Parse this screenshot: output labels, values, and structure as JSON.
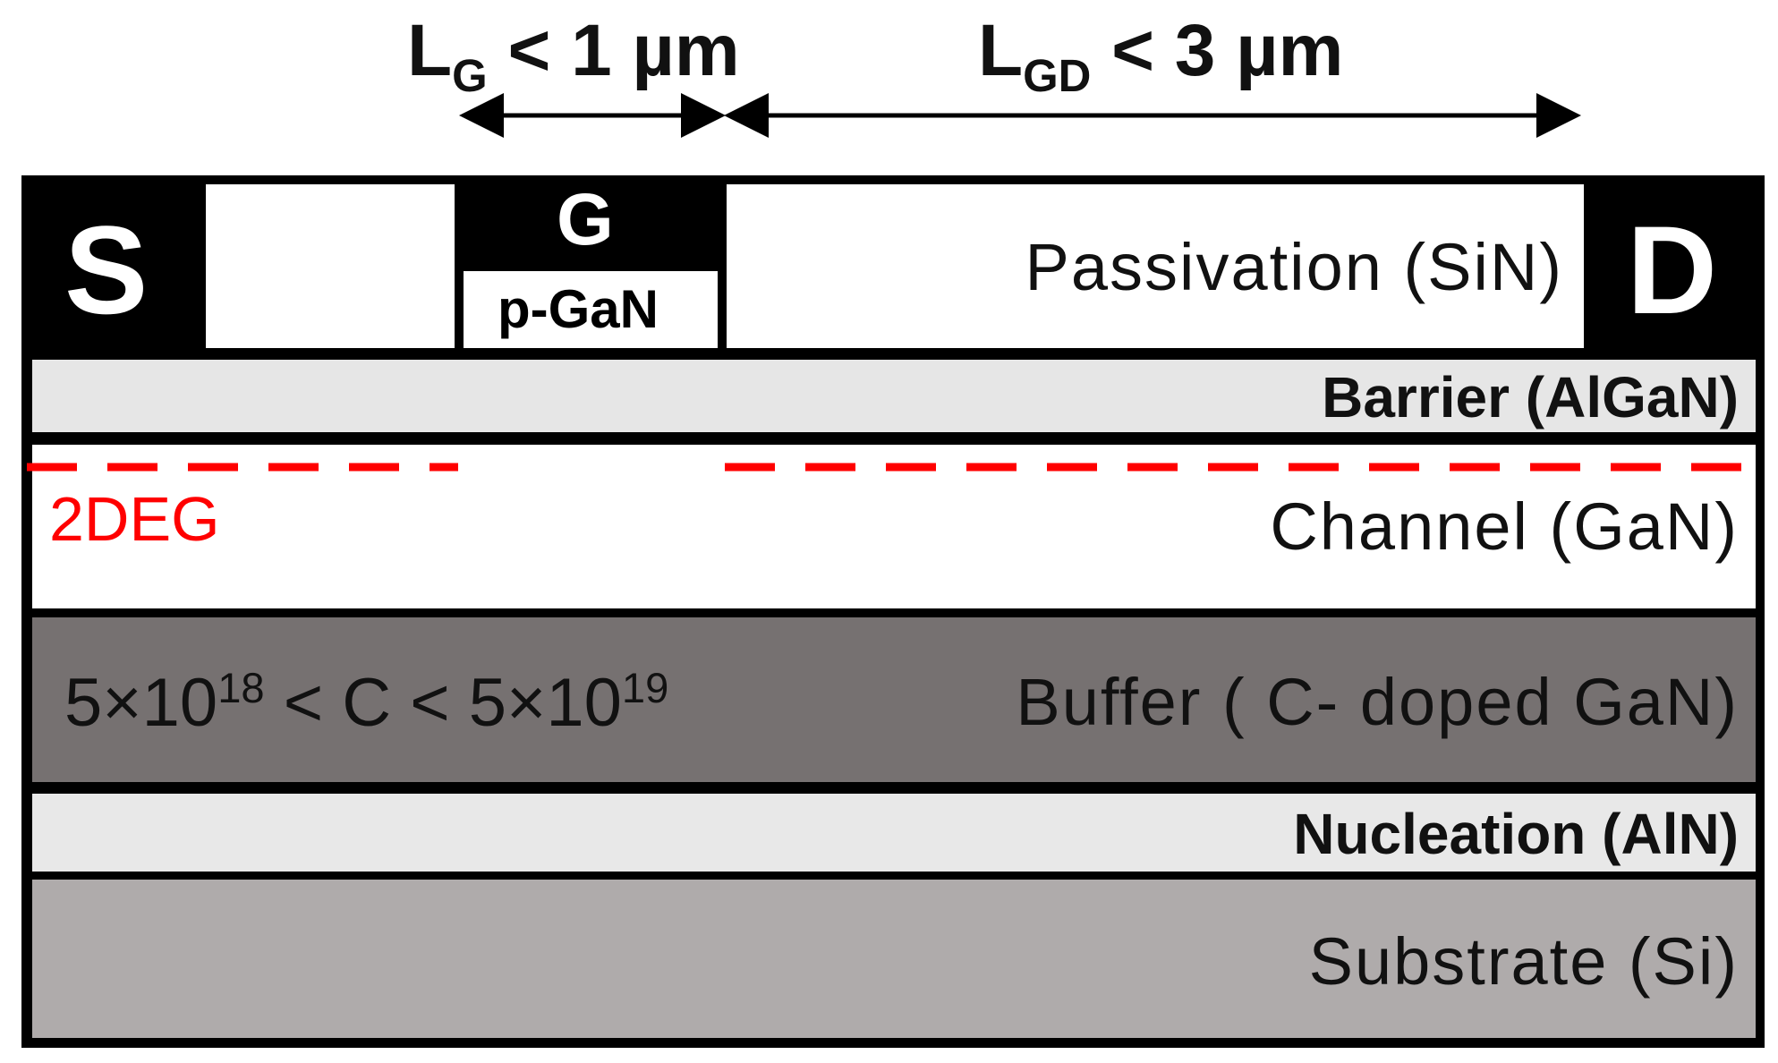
{
  "dimensions": {
    "gate_length": {
      "symbol": "L",
      "subscript": "G",
      "relation": "< 1 µm"
    },
    "gate_drain": {
      "symbol": "L",
      "subscript": "GD",
      "relation": "< 3 µm"
    }
  },
  "contacts": {
    "source": "S",
    "gate": "G",
    "drain": "D"
  },
  "layers": {
    "p_gan": "p-GaN",
    "passivation": "Passivation (SiN)",
    "barrier": "Barrier (AlGaN)",
    "channel": "Channel (GaN)",
    "buffer": "Buffer ( C- doped GaN)",
    "nucleation": "Nucleation (AlN)",
    "substrate": "Substrate (Si)"
  },
  "twodeg": "2DEG",
  "carbon_doping": {
    "lower_mantissa": "5×10",
    "lower_exp": "18",
    "middle": " < C < ",
    "upper_mantissa": "5×10",
    "upper_exp": "19"
  },
  "colors": {
    "contacts": "#000000",
    "barrier": "#e6e6e6",
    "channel": "#ffffff",
    "buffer": "#767171",
    "nucleation": "#e8e8e8",
    "substrate": "#afabab",
    "twodeg": "#ff0000"
  }
}
